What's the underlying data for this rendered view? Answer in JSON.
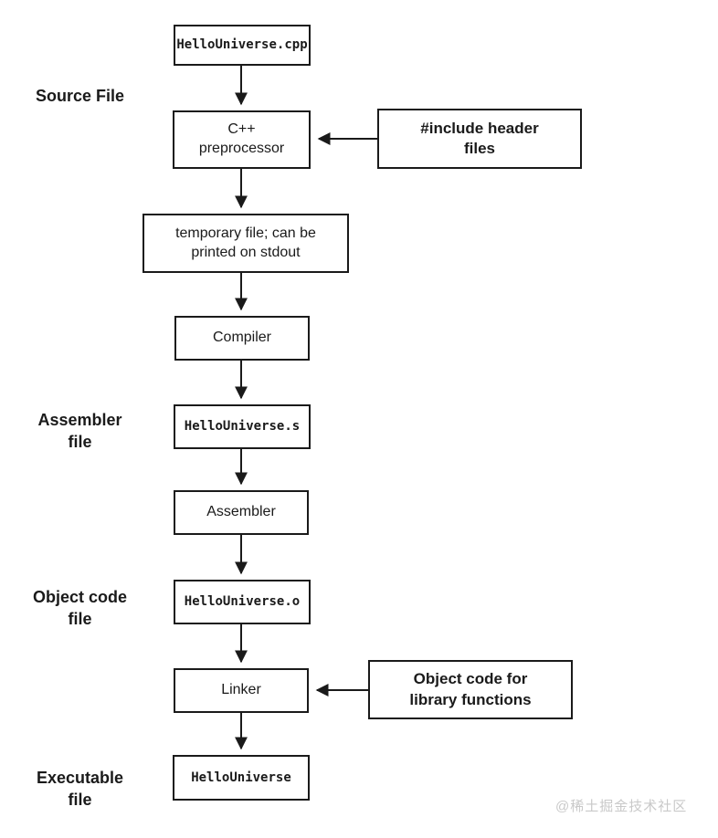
{
  "nodes": {
    "source_file": {
      "label": "HelloUniverse.cpp"
    },
    "preprocessor": {
      "label": "C++\npreprocessor"
    },
    "include_header": {
      "label": "#include header\nfiles"
    },
    "temp_file": {
      "label": "temporary file; can be\nprinted on stdout"
    },
    "compiler": {
      "label": "Compiler"
    },
    "assembly_file": {
      "label": "HelloUniverse.s"
    },
    "assembler": {
      "label": "Assembler"
    },
    "object_file": {
      "label": "HelloUniverse.o"
    },
    "linker": {
      "label": "Linker"
    },
    "library_object": {
      "label": "Object code for\nlibrary functions"
    },
    "executable_file": {
      "label": "HelloUniverse"
    }
  },
  "stage_labels": {
    "source": {
      "label": "Source File"
    },
    "assembler": {
      "label": "Assembler\nfile"
    },
    "object_code": {
      "label": "Object code\nfile"
    },
    "executable": {
      "label": "Executable\nfile"
    }
  },
  "watermark": {
    "text": "@稀土掘金技术社区"
  },
  "colors": {
    "box_border": "#1a1a1a",
    "text": "#1a1a1a",
    "watermark": "#c9c9c9",
    "background": "#ffffff"
  }
}
